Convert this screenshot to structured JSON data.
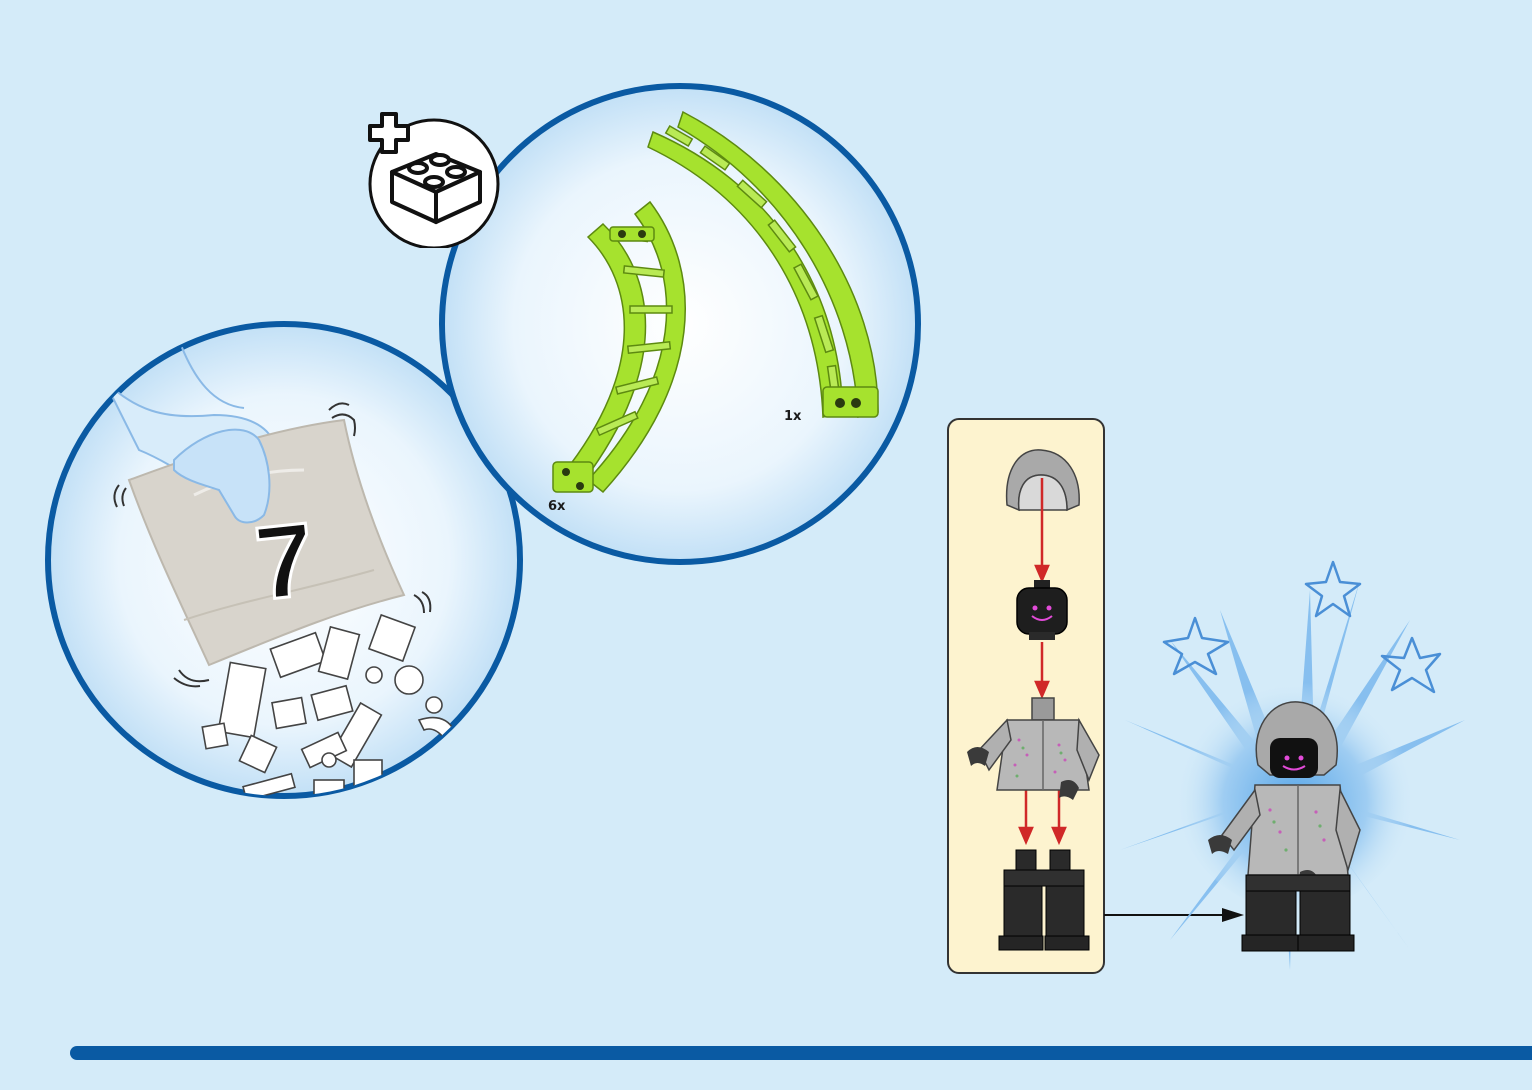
{
  "bag_step": {
    "bag_number": "7"
  },
  "parts_callout": {
    "parts": [
      {
        "name": "large-curved-track",
        "quantity": "1x",
        "color": "#a6e22e"
      },
      {
        "name": "small-curved-track",
        "quantity": "6x",
        "color": "#a6e22e"
      }
    ]
  },
  "minifig_panel": {
    "background": "#fdf3cf",
    "parts": [
      "hood-icon",
      "head-icon",
      "torso-icon",
      "legs-icon"
    ]
  },
  "colors": {
    "page_background": "#d4ebf9",
    "circle_border": "#0a5aa3",
    "arrow_red": "#d02828",
    "track_green": "#a6e22e"
  },
  "footer": {
    "page_number": ""
  }
}
